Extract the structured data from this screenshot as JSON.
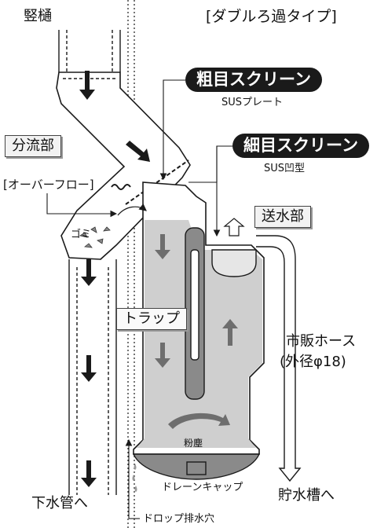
{
  "title": "[ダブルろ過タイプ]",
  "labels": {
    "downspout": "竪樋",
    "coarse_screen": "粗目スクリーン",
    "coarse_screen_material": "SUSプレート",
    "diverter": "分流部",
    "fine_screen": "細目スクリーン",
    "fine_screen_material": "SUS凹型",
    "overflow": "[オーバーフロー]",
    "debris": "ゴミ",
    "delivery": "送水部",
    "trap": "トラップ",
    "hose": "市販ホース",
    "hose_diameter": "(外径φ18)",
    "dust": "粉塵",
    "drain_cap": "ドレーンキャップ",
    "to_sewer": "下水管へ",
    "to_tank": "貯水槽へ",
    "drip_hole": "ドロップ排水穴"
  },
  "colors": {
    "line": "#1a1a1a",
    "tank_fill": "#cfcfcf",
    "tank_dark": "#8a8a8a",
    "arrow_gray": "#6e6e6e"
  }
}
